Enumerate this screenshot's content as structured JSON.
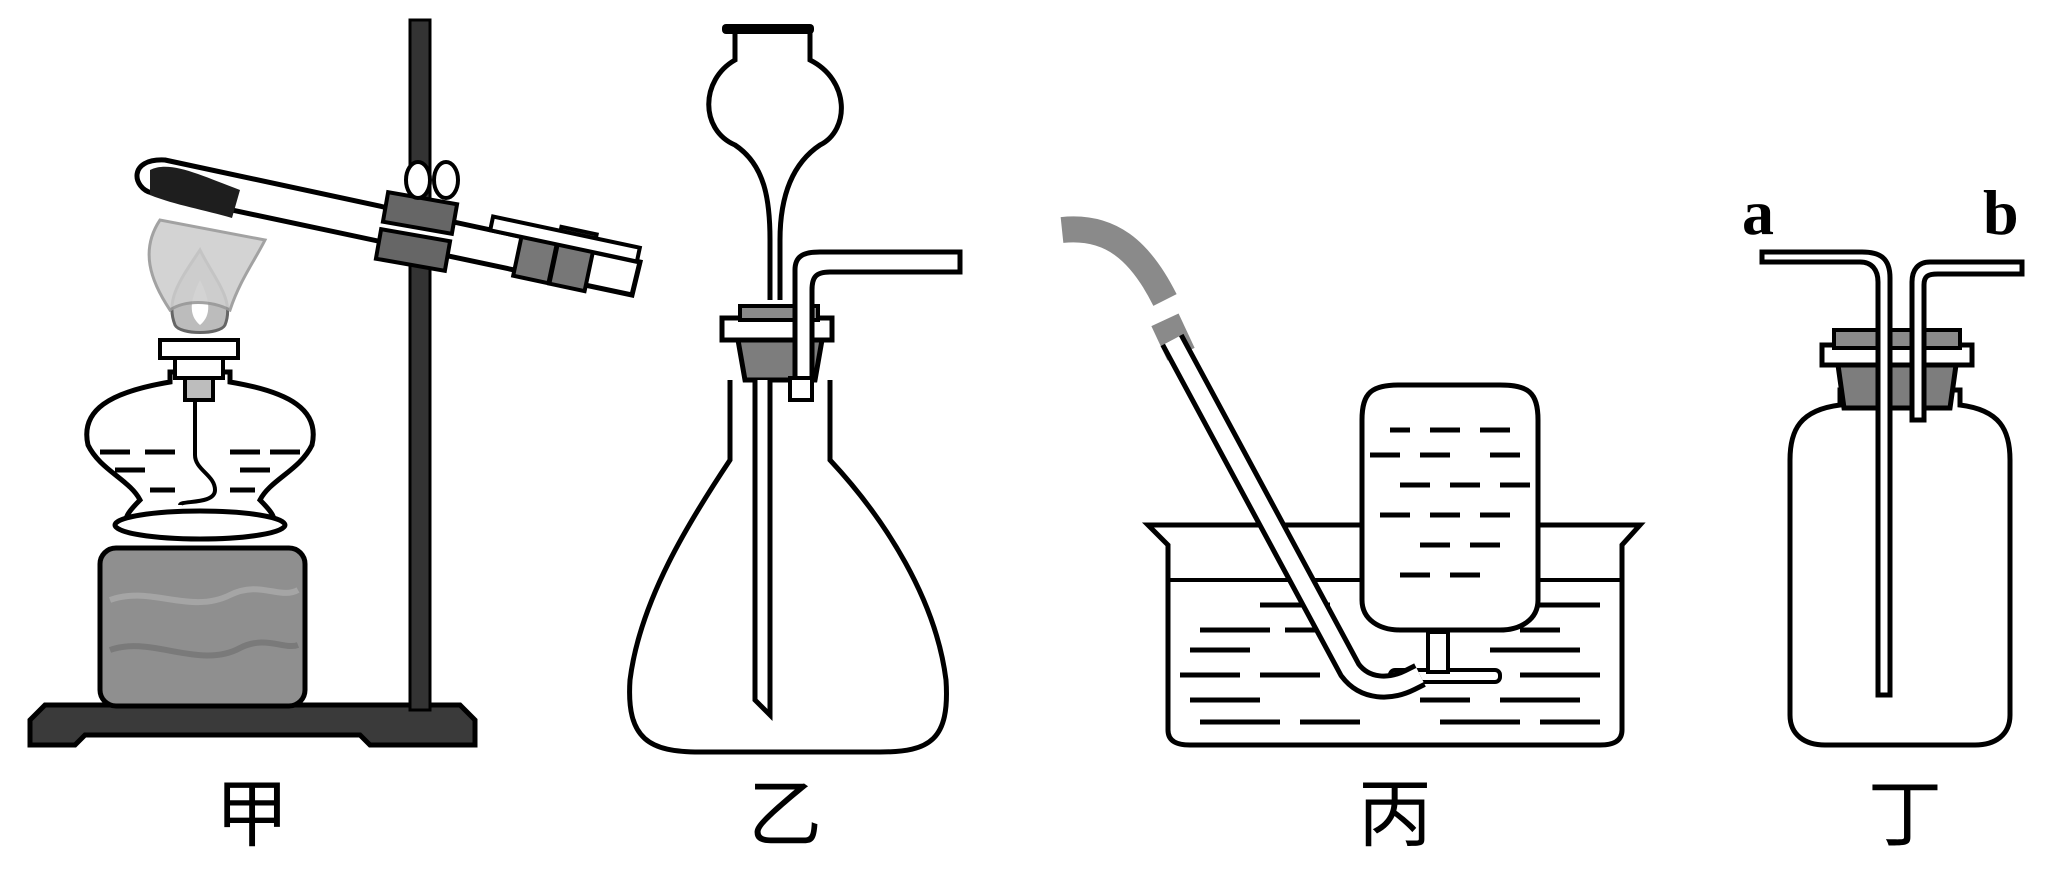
{
  "figure": {
    "apparatus": [
      {
        "id": "jia",
        "caption": "甲"
      },
      {
        "id": "yi",
        "caption": "乙"
      },
      {
        "id": "bing",
        "caption": "丙"
      },
      {
        "id": "ding",
        "caption": "丁",
        "ports": {
          "left": "a",
          "right": "b"
        }
      }
    ]
  }
}
